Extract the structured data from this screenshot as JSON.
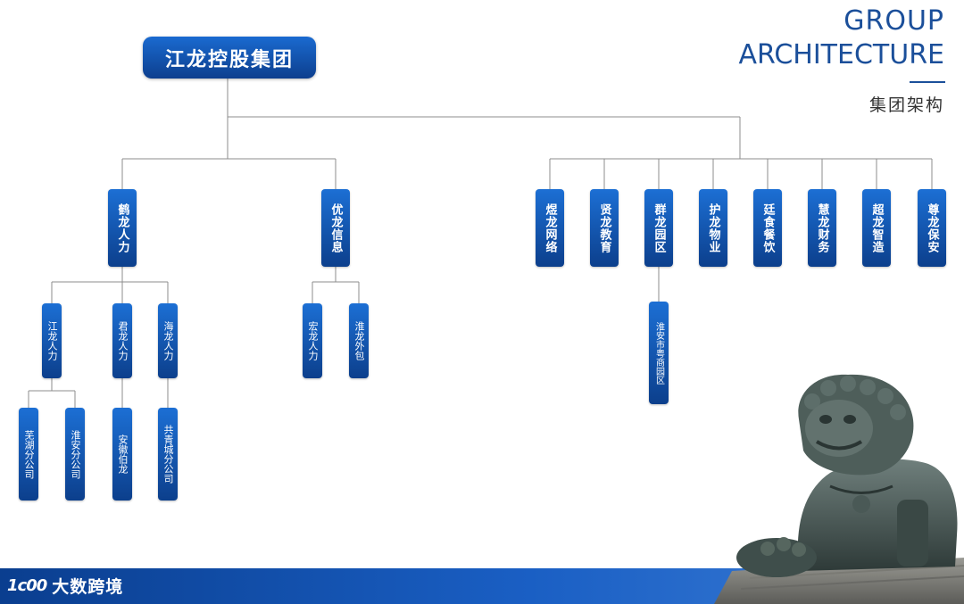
{
  "header": {
    "title_en_line1": "GROUP",
    "title_en_line2": "ARCHITECTURE",
    "title_cn": "集团架构"
  },
  "org": {
    "root": "江龙控股集团",
    "level2": [
      "鹤龙人力",
      "优龙信息",
      "煜龙网络",
      "贤龙教育",
      "群龙园区",
      "护龙物业",
      "廷食餐饮",
      "慧龙财务",
      "超龙智造",
      "尊龙保安"
    ],
    "heilong_children": [
      "江龙人力",
      "君龙人力",
      "海龙人力"
    ],
    "youlong_children": [
      "宏龙人力",
      "淮龙外包"
    ],
    "qunlong_children": [
      "淮安市粤商园区"
    ],
    "jianglong_children": [
      "芜湖分公司",
      "淮安分公司"
    ],
    "junlong_children": [
      "安徽伯龙"
    ],
    "hailong_children": [
      "共青城分公司"
    ]
  },
  "footer": {
    "logo_icon": "1c00",
    "logo_text": "大数跨境"
  },
  "colors": {
    "node_top": "#1c6fd4",
    "node_bottom": "#0c3f8c",
    "heading": "#1b4f9a",
    "connector": "#8c8c8c"
  }
}
